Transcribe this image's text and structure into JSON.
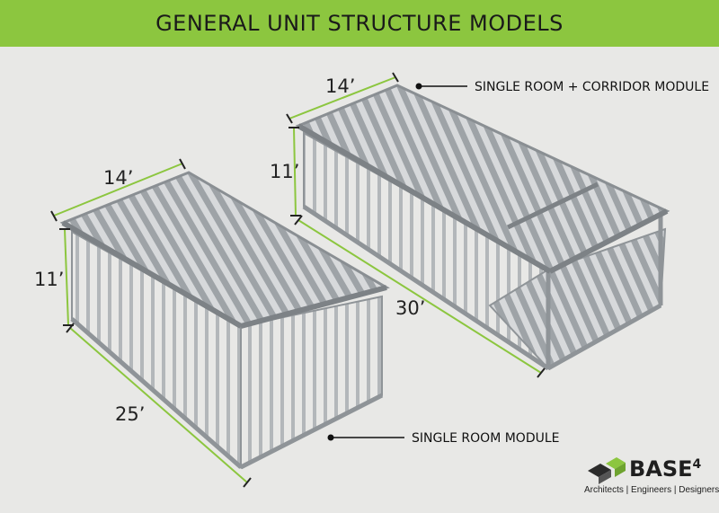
{
  "title": "GENERAL UNIT STRUCTURE MODELS",
  "left_module": {
    "width_label": "14’",
    "height_label": "11’",
    "length_label": "25’",
    "callout": "SINGLE ROOM MODULE"
  },
  "right_module": {
    "width_label": "14’",
    "height_label": "11’",
    "length_label": "30’",
    "callout": "SINGLE ROOM + CORRIDOR MODULE"
  },
  "brand": {
    "name": "BASE",
    "superscript": "4",
    "tagline": "Architects | Engineers | Designers"
  },
  "colors": {
    "header_green": "#8cc63f",
    "dimension_green": "#8cc63f",
    "frame_gray": "#a9aeb2",
    "background": "#e8e8e6"
  }
}
